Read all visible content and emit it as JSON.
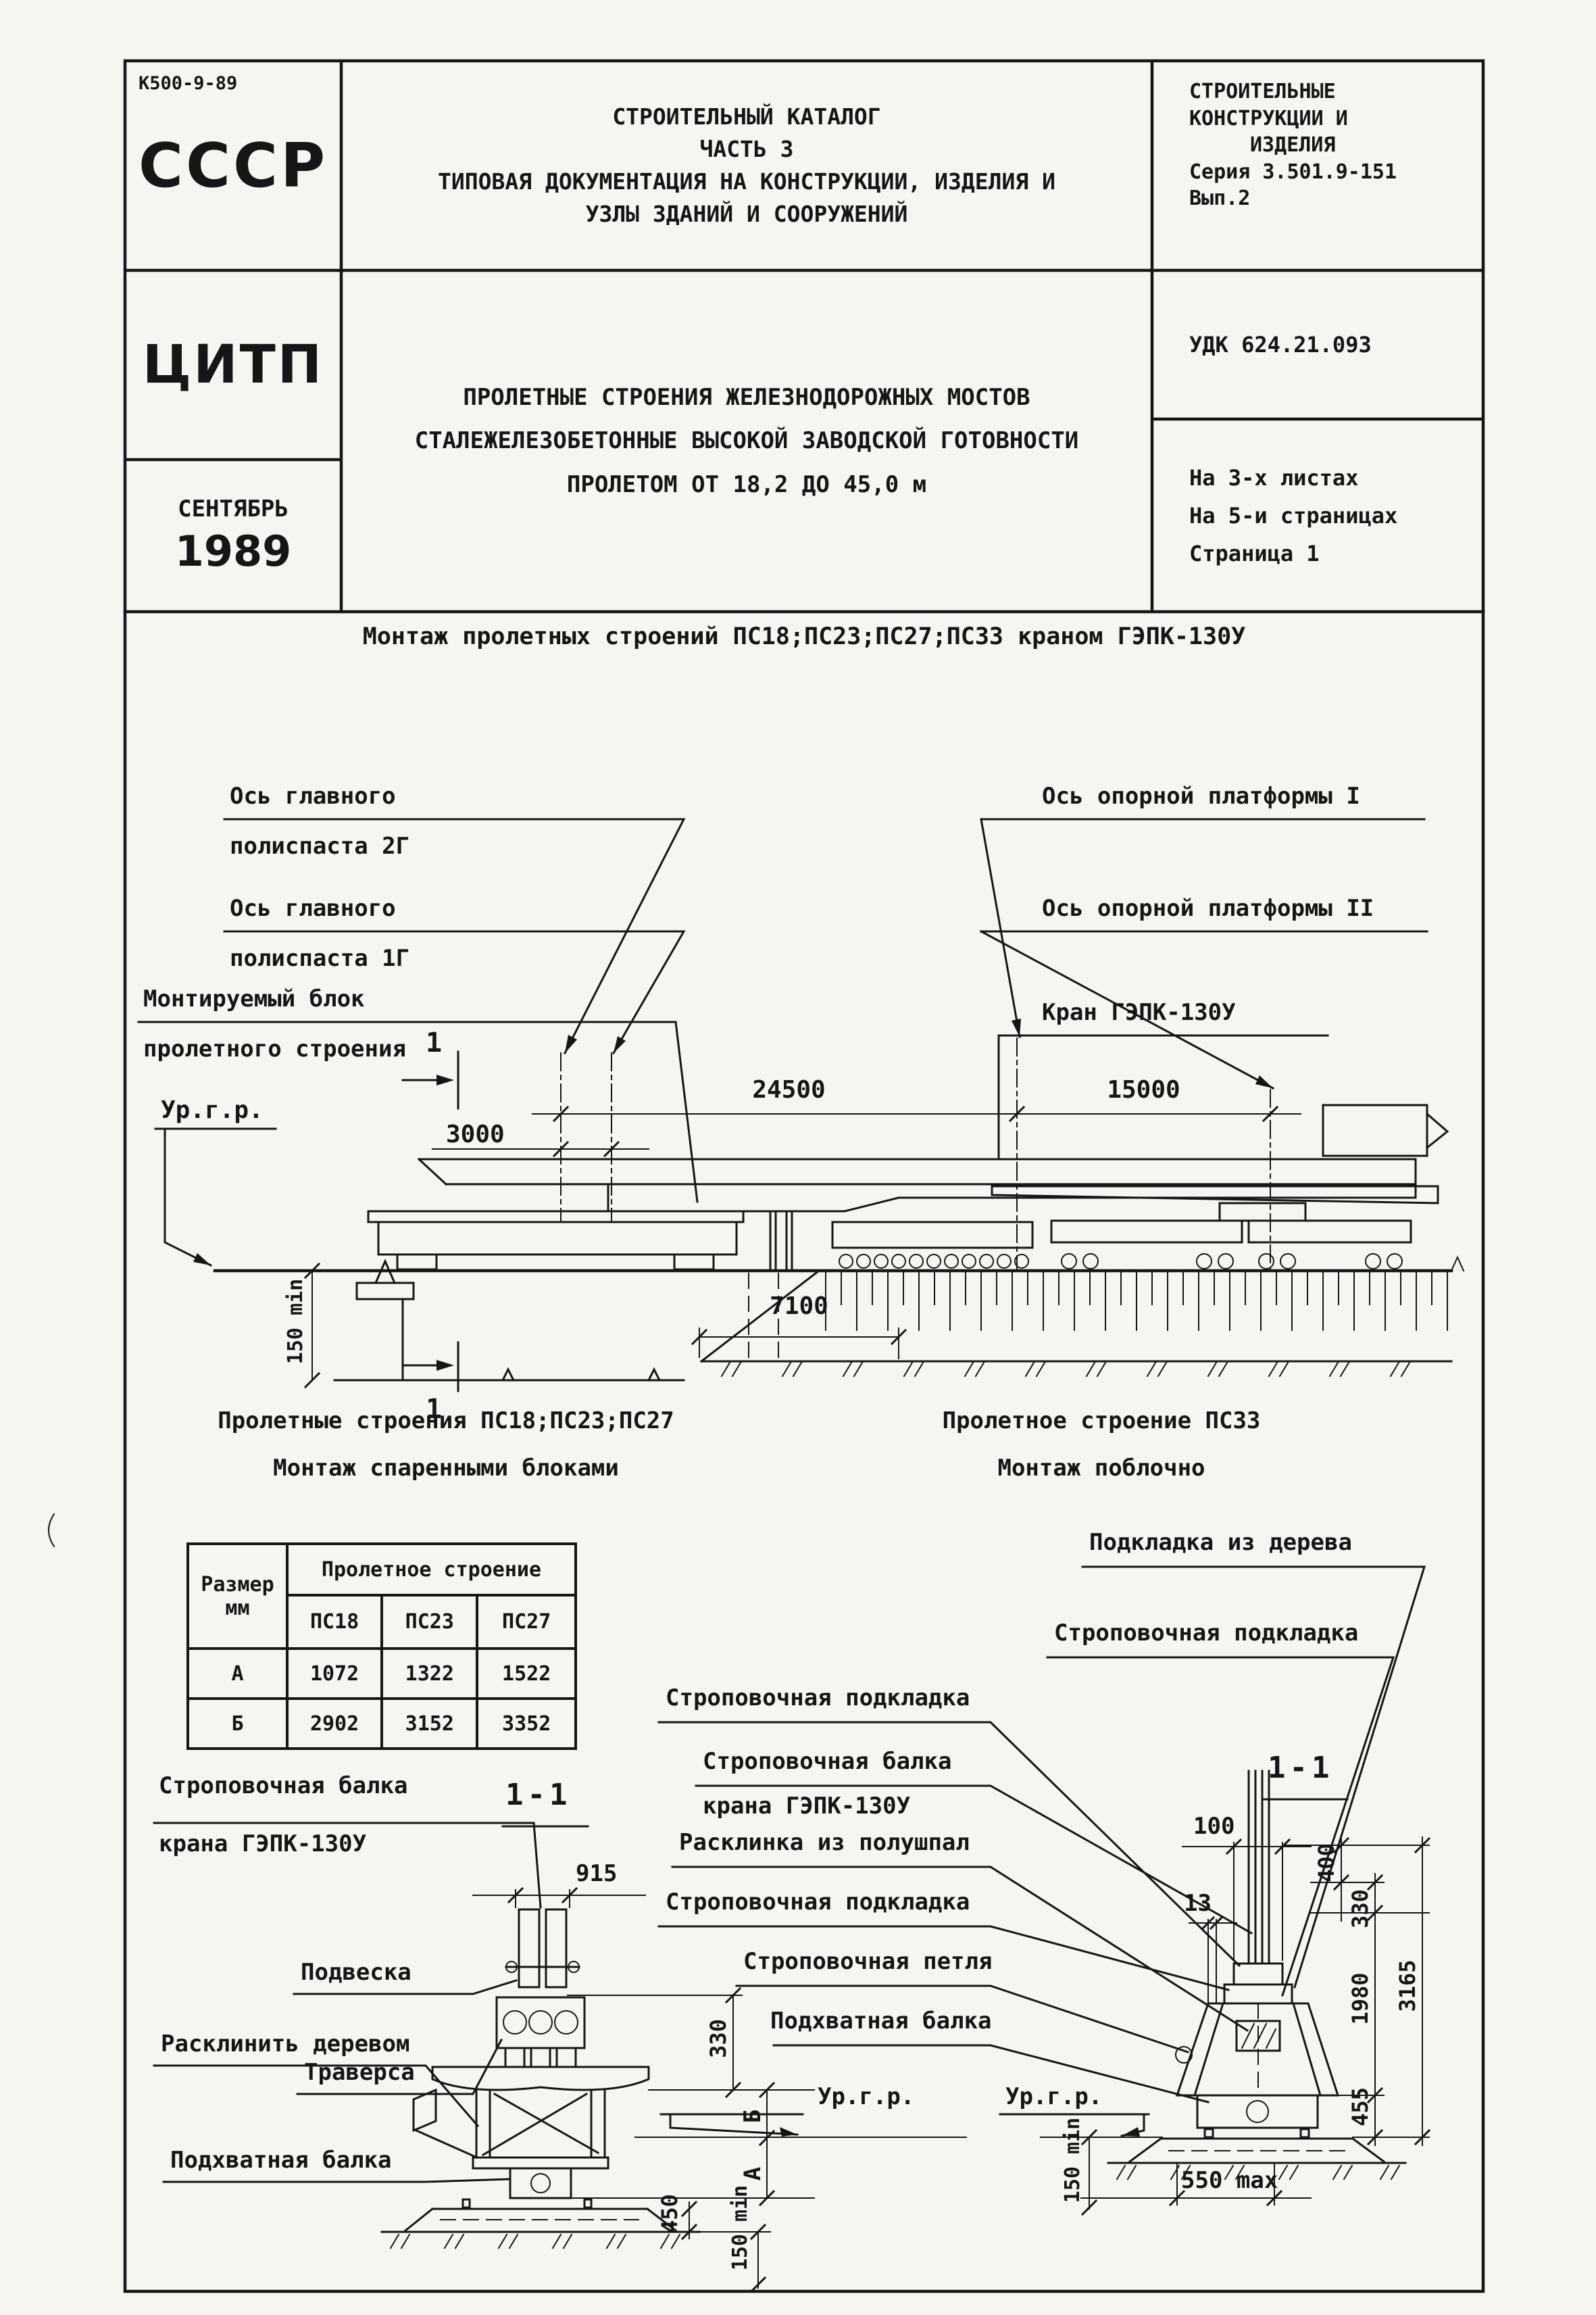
{
  "stamp": {
    "doc_code": "К500-9-89",
    "org_top": "СССР",
    "org_mid": "ЦИТП",
    "month": "СЕНТЯБРЬ",
    "year": "1989",
    "catalog": [
      "СТРОИТЕЛЬНЫЙ КАТАЛОГ",
      "ЧАСТЬ 3",
      "ТИПОВАЯ ДОКУМЕНТАЦИЯ НА КОНСТРУКЦИИ, ИЗДЕЛИЯ И",
      "УЗЛЫ ЗДАНИЙ И СООРУЖЕНИЙ"
    ],
    "subject": [
      "ПРОЛЕТНЫЕ СТРОЕНИЯ ЖЕЛЕЗНОДОРОЖНЫХ МОСТОВ",
      "СТАЛЕЖЕЛЕЗОБЕТОННЫЕ ВЫСОКОЙ ЗАВОДСКОЙ ГОТОВНОСТИ",
      "ПРОЛЕТОМ ОТ 18,2 ДО 45,0 м"
    ],
    "series_block": [
      "СТРОИТЕЛЬНЫЕ",
      "КОНСТРУКЦИИ И",
      "ИЗДЕЛИЯ",
      "Серия 3.501.9-151",
      "Вып.2"
    ],
    "udk": "УДК 624.21.093",
    "sheets": [
      "На 3-х листах",
      "На 5-и страницах",
      "Страница 1"
    ]
  },
  "title": "Монтаж пролетных строений ПС18;ПС23;ПС27;ПС33 краном ГЭПК-130У",
  "elev": {
    "lbl_2g": [
      "Ось главного",
      "полиспаста 2Г"
    ],
    "lbl_1g": [
      "Ось главного",
      "полиспаста 1Г"
    ],
    "lbl_block": [
      "Монтируемый блок",
      "пролетного строения"
    ],
    "lbl_urgr": "Ур.г.р.",
    "lbl_platform1": "Ось опорной платформы I",
    "lbl_platform2": "Ось опорной платформы II",
    "lbl_crane": "Кран ГЭПК-130У",
    "dim_24500": "24500",
    "dim_15000": "15000",
    "dim_3000": "3000",
    "dim_7100": "7100",
    "dim_150": "150 min",
    "sec_mark": "1"
  },
  "captions": {
    "left": [
      "Пролетные строения ПС18;ПС23;ПС27",
      "Монтаж спаренными блоками"
    ],
    "right": [
      "Пролетное строение ПС33",
      "Монтаж поблочно"
    ]
  },
  "table": {
    "corner": [
      "Размер",
      "мм"
    ],
    "span": "Пролетное строение",
    "cols": [
      "ПС18",
      "ПС23",
      "ПС27"
    ],
    "rows": [
      {
        "n": "А",
        "v": [
          "1072",
          "1322",
          "1522"
        ]
      },
      {
        "n": "Б",
        "v": [
          "2902",
          "3152",
          "3352"
        ]
      }
    ]
  },
  "secL": {
    "title": "1-1",
    "lbl_beam": [
      "Строповочная балка",
      "крана ГЭПК-130У"
    ],
    "lbl_hanger": "Подвеска",
    "lbl_traverse": "Траверса",
    "lbl_wedge": "Расклинить деревом",
    "lbl_pickup": "Подхватная балка",
    "lbl_urgr": "Ур.г.р.",
    "dim_915": "915",
    "dim_330": "330",
    "dim_b": "Б",
    "dim_a": "А",
    "dim_450": "450",
    "dim_150": "150 min"
  },
  "secR": {
    "title": "1-1",
    "lbl_wood": "Подкладка из дерева",
    "lbl_pad1": "Строповочная подкладка",
    "lbl_pad2": "Строповочная подкладка",
    "lbl_beam": [
      "Строповочная балка",
      "крана ГЭПК-130У"
    ],
    "lbl_wedge": "Расклинка из полушпал",
    "lbl_pad3": "Строповочная подкладка",
    "lbl_loop": "Строповочная петля",
    "lbl_pickup": "Подхватная балка",
    "lbl_urgr": "Ур.г.р.",
    "dim_100": "100",
    "dim_13": "13",
    "dim_400": "400",
    "dim_330": "330",
    "dim_1980": "1980",
    "dim_3165": "3165",
    "dim_455": "455",
    "dim_550": "550 max",
    "dim_150": "150 min"
  }
}
